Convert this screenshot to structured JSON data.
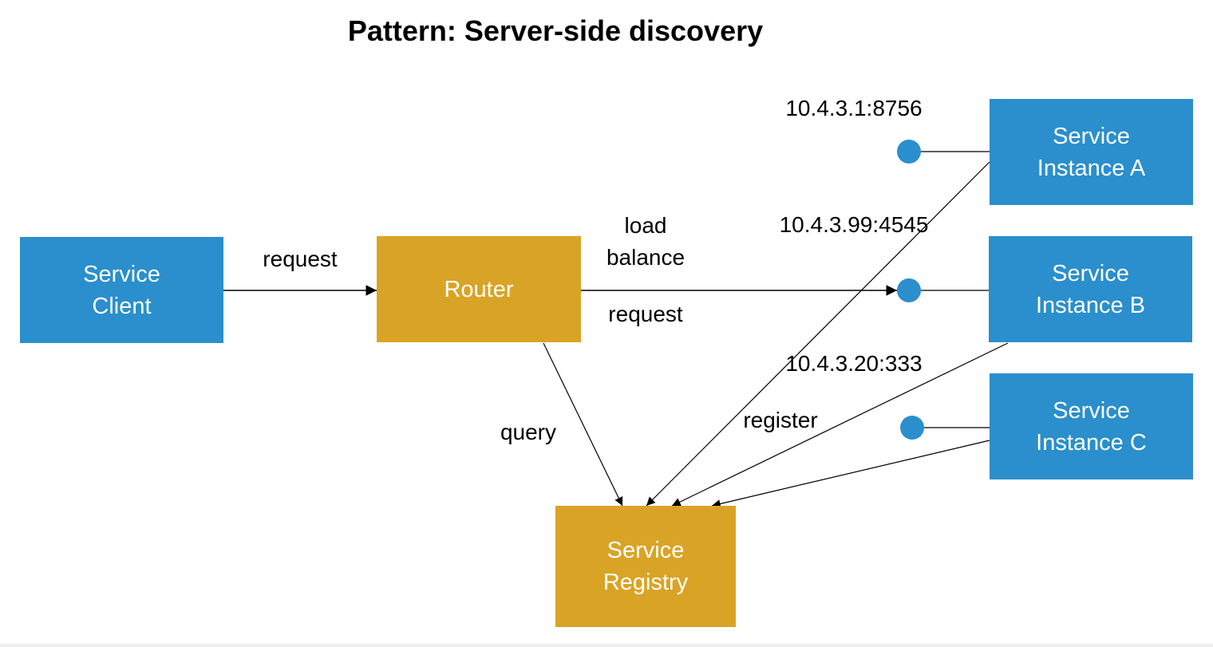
{
  "title": "Pattern: Server-side discovery",
  "nodes": {
    "client": "Service\nClient",
    "router": "Router",
    "registry": "Service\nRegistry",
    "instance_a": "Service\nInstance A",
    "instance_b": "Service\nInstance B",
    "instance_c": "Service\nInstance C"
  },
  "edge_labels": {
    "client_to_router": "request",
    "load_balance": "load\nbalance",
    "router_to_instance": "request",
    "router_to_registry": "query",
    "register": "register"
  },
  "endpoints": {
    "a": "10.4.3.1:8756",
    "b": "10.4.3.99:4545",
    "c": "10.4.3.20:333"
  },
  "colors": {
    "service_box": "#2a8fcc",
    "infra_box": "#d9a426",
    "endpoint_dot": "#2a8fcc",
    "line": "#000000"
  }
}
